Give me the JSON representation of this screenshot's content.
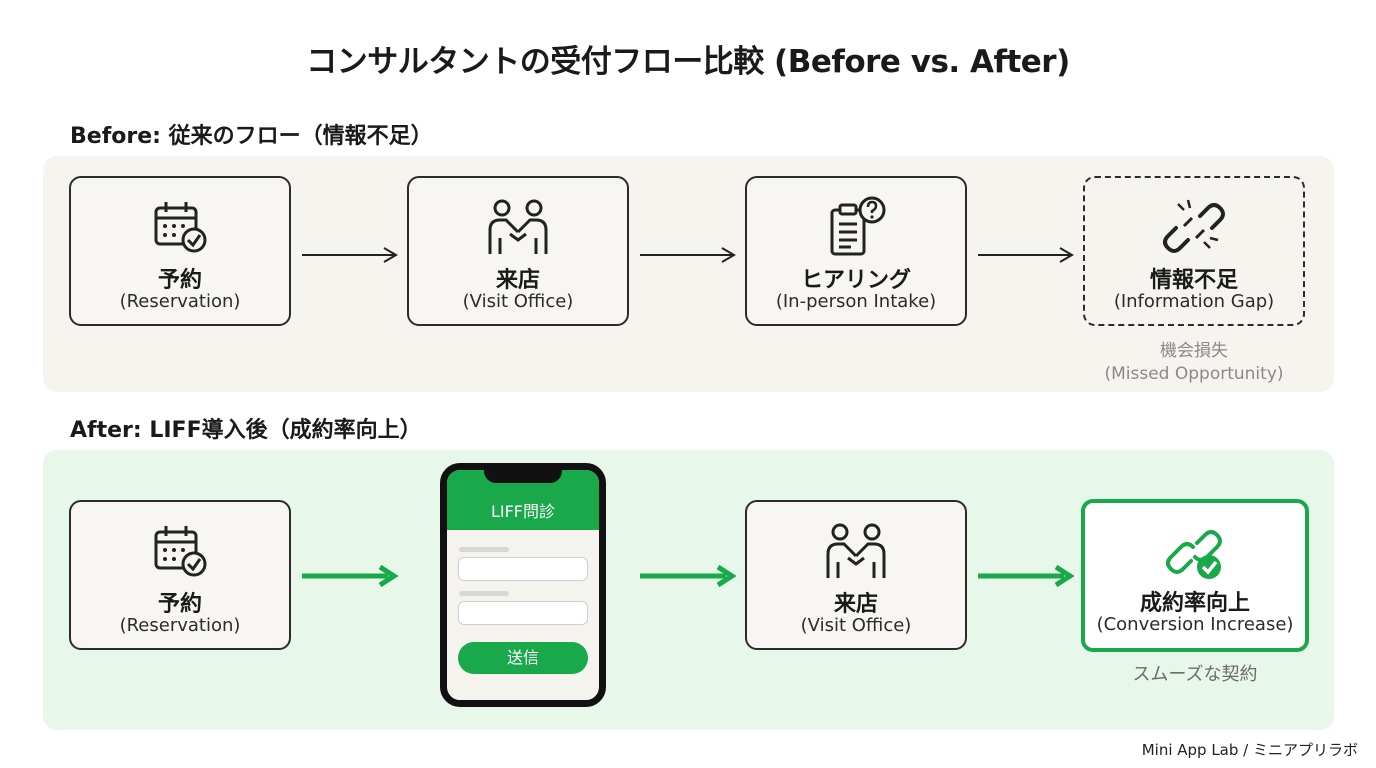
{
  "title": "コンサルタントの受付フロー比較 (Before vs. After)",
  "before": {
    "label": "Before: 従来のフロー（情報不足）",
    "steps": [
      {
        "icon": "calendar-check-icon",
        "jp": "予約",
        "en": "(Reservation)"
      },
      {
        "icon": "handshake-icon",
        "jp": "来店",
        "en": "(Visit Office)"
      },
      {
        "icon": "clipboard-question-icon",
        "jp": "ヒアリング",
        "en": "(In-person Intake)"
      },
      {
        "icon": "broken-link-icon",
        "jp": "情報不足",
        "en": "(Information Gap)"
      }
    ],
    "note_jp": "機会損失",
    "note_en": "(Missed Opportunity)"
  },
  "after": {
    "label": "After: LIFF導入後（成約率向上）",
    "steps": [
      {
        "icon": "calendar-check-icon",
        "jp": "予約",
        "en": "(Reservation)"
      },
      {
        "icon": "handshake-icon",
        "jp": "来店",
        "en": "(Visit Office)"
      },
      {
        "icon": "link-check-icon",
        "jp": "成約率向上",
        "en": "(Conversion Increase)"
      }
    ],
    "phone": {
      "header": "LIFF問診",
      "submit": "送信"
    },
    "note": "スムーズな契約"
  },
  "colors": {
    "accent": "#19a84a",
    "before_bg": "#f6f4ee",
    "after_bg": "#e7f7ea"
  },
  "footer": "Mini App Lab / ミニアプリラボ"
}
